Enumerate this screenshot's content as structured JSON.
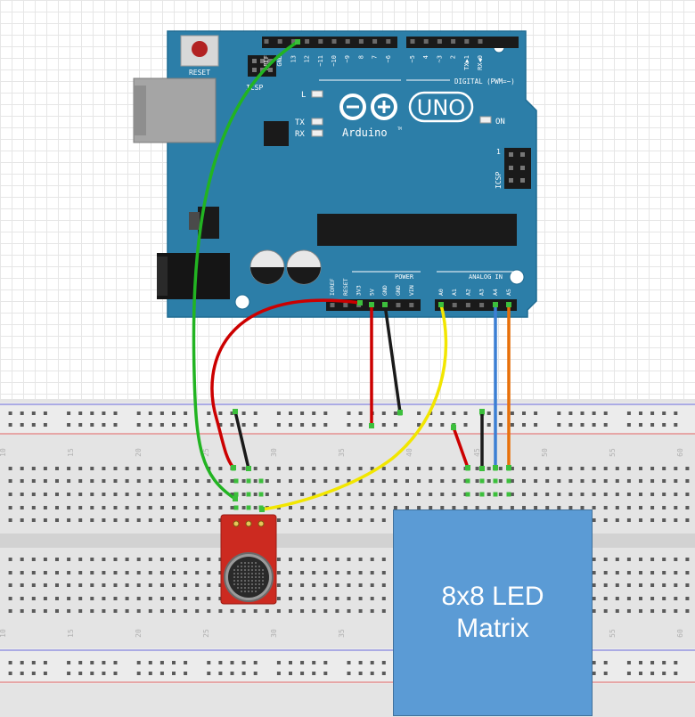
{
  "board": {
    "reset_label": "RESET",
    "icsp_label": "ICSP",
    "icsp2_label": "ICSP",
    "icsp2_num": "1",
    "led_l": "L",
    "led_tx": "TX",
    "led_rx": "RX",
    "on_label": "ON",
    "logo_text": "UNO",
    "brand": "Arduino",
    "brand_tm": "TM",
    "digital_label": "DIGITAL (PWM=~)",
    "power_label": "POWER",
    "analog_label": "ANALOG IN",
    "digital_pins": [
      "AREF",
      "GND",
      "13",
      "12",
      "~11",
      "~10",
      "~9",
      "8",
      "7",
      "~6",
      "~5",
      "4",
      "~3",
      "2",
      "TX▶1",
      "RX◀0"
    ],
    "power_pins": [
      "IOREF",
      "RESET",
      "3V3",
      "5V",
      "GND",
      "GND",
      "VIN"
    ],
    "analog_pins": [
      "A0",
      "A1",
      "A2",
      "A3",
      "A4",
      "A5"
    ]
  },
  "breadboard": {
    "column_numbers": [
      "10",
      "15",
      "20",
      "25",
      "30",
      "35",
      "40",
      "45",
      "50",
      "55",
      "60"
    ]
  },
  "wires": [
    {
      "name": "green-wire",
      "color": "#22b422"
    },
    {
      "name": "red-wire-5v-to-mic",
      "color": "#cc0000"
    },
    {
      "name": "black-wire-gnd-to-mic",
      "color": "#1a1a1a"
    },
    {
      "name": "red-wire-5v-to-rail",
      "color": "#cc0000"
    },
    {
      "name": "black-wire-gnd-to-rail",
      "color": "#1a1a1a"
    },
    {
      "name": "yellow-wire-a0",
      "color": "#f2e600"
    },
    {
      "name": "blue-wire-a4",
      "color": "#3b7fd4"
    },
    {
      "name": "orange-wire-a5",
      "color": "#e8700a"
    }
  ],
  "matrix": {
    "line1": "8x8 LED",
    "line2": "Matrix"
  },
  "colors": {
    "board": "#2c7ea8",
    "board_text": "#ffffff",
    "matrix_fill": "#5b9bd5",
    "mic_board": "#cc2a20"
  }
}
